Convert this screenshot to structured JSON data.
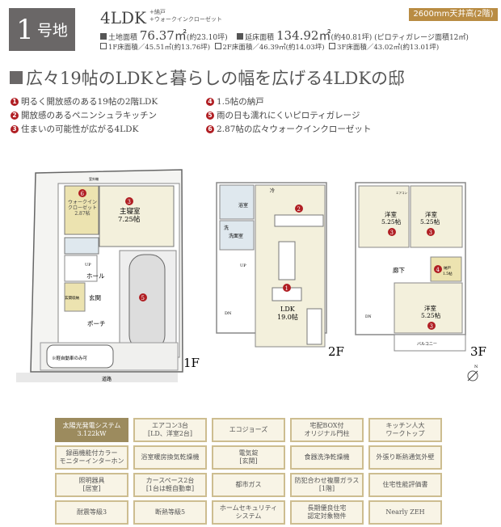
{
  "header": {
    "lot_number": "1",
    "lot_suffix": "号地",
    "layout": "4LDK",
    "layout_extras": [
      "+納戸",
      "+ウォークインクローゼット"
    ],
    "ceiling_badge": "2600mm天井高(2階)",
    "land_area_label": "土地面積",
    "land_area_value": "76.37㎡",
    "land_area_tsubo": "(約23.10坪)",
    "floor_area_label": "延床面積",
    "floor_area_value": "134.92㎡",
    "floor_area_tsubo": "(約40.81坪)",
    "garage_note": "(ピロティガレージ面積12㎡)",
    "floor_areas": [
      "1F床面積／45.51㎡(約13.76坪)",
      "2F床面積／46.39㎡(約14.03坪)",
      "3F床面積／43.02㎡(約13.01坪)"
    ]
  },
  "headline": "広々19帖のLDKと暮らしの幅を広げる4LDKの邸",
  "features": [
    {
      "num": "1",
      "text": "明るく開放感のある19帖の2階LDK"
    },
    {
      "num": "2",
      "text": "開放感のあるペニンシュラキッチン"
    },
    {
      "num": "3",
      "text": "住まいの可能性が広がる4LDK"
    },
    {
      "num": "4",
      "text": "1.5帖の納戸"
    },
    {
      "num": "5",
      "text": "雨の日も濡れにくいピロティガレージ"
    },
    {
      "num": "6",
      "text": "2.87帖の広々ウォークインクローゼット"
    }
  ],
  "colors": {
    "marker": "#b01e23",
    "accent": "#b98c43",
    "cell_bg": "#f8f4e6",
    "cell_border": "#cdbd90",
    "room_fill": "#f3f0dc",
    "wic_fill": "#ece3b0"
  },
  "plans": {
    "f1": {
      "label": "1F",
      "rooms": {
        "wic": "ウォークイン\nクローゼット\n2.87帖",
        "master": "主寝室",
        "master_size": "7.25帖",
        "hall": "ホール",
        "entry": "玄関",
        "porch": "ポーチ",
        "storage": "玄関収納",
        "up": "UP",
        "car": "※軽自動車のみ可",
        "road": "道路",
        "unit": "室外機"
      }
    },
    "f2": {
      "label": "2F",
      "rooms": {
        "ldk": "LDK",
        "ldk_size": "19.0帖",
        "bath": "浴室",
        "wash": "洗面室",
        "wash_short": "洗",
        "fridge": "冷",
        "up": "UP",
        "dn": "DN"
      }
    },
    "f3": {
      "label": "3F",
      "rooms": {
        "west": "洋室",
        "west_size": "5.25帖",
        "east": "洋室",
        "east_size": "5.25帖",
        "south": "洋室",
        "south_size": "5.25帖",
        "hall": "廊下",
        "closet": "納戸",
        "closet_size": "1.5帖",
        "balcony": "バルコニー",
        "dn": "DN",
        "ac": "エアコン"
      }
    },
    "north": "N"
  },
  "equipment": [
    {
      "text": "太陽光発電システム\n3.122kW",
      "highlight": true
    },
    {
      "text": "エアコン3台\n[LD、洋室2台]"
    },
    {
      "text": "エコジョーズ"
    },
    {
      "text": "宅配BOX付\nオリジナル門柱"
    },
    {
      "text": "キッチン人大\nワークトップ"
    },
    {
      "text": "録画機能付カラー\nモニターインターホン"
    },
    {
      "text": "浴室暖房換気乾燥機"
    },
    {
      "text": "電気錠\n[玄関]"
    },
    {
      "text": "食器洗浄乾燥機"
    },
    {
      "text": "外張り断熱通気外壁"
    },
    {
      "text": "照明器具\n[居室]"
    },
    {
      "text": "カースペース2台\n[1台は軽自動車]"
    },
    {
      "text": "都市ガス"
    },
    {
      "text": "防犯合わせ複層ガラス\n[1階]"
    },
    {
      "text": "住宅性能評価書"
    },
    {
      "text": "耐震等級3"
    },
    {
      "text": "断熱等級5"
    },
    {
      "text": "ホームセキュリティ\nシステム"
    },
    {
      "text": "長期優良住宅\n認定対象物件"
    },
    {
      "text": "Nearly ZEH"
    }
  ]
}
